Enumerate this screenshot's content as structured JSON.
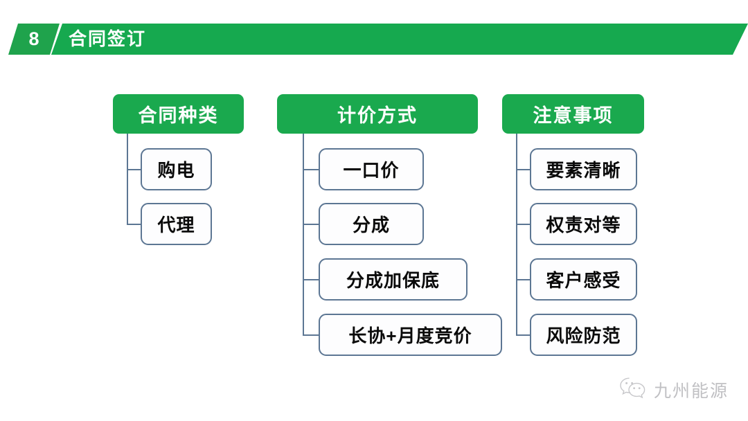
{
  "header": {
    "number": "8",
    "title": "合同签订",
    "band_color": "#16a94f",
    "number_color": "#1fa34c"
  },
  "diagram": {
    "node_header_color": "#1aa94e",
    "leaf_border_color": "#5c7693",
    "connector_color": "#5c7693",
    "columns": [
      {
        "header": "合同种类",
        "items": [
          "购电",
          "代理"
        ]
      },
      {
        "header": "计价方式",
        "items": [
          "一口价",
          "分成",
          "分成加保底",
          "长协+月度竞价"
        ]
      },
      {
        "header": "注意事项",
        "items": [
          "要素清晰",
          "权责对等",
          "客户感受",
          "风险防范"
        ]
      }
    ]
  },
  "footer": {
    "watermark_icon": "wechat-icon",
    "watermark_text": "九州能源",
    "watermark_color": "#9a9a9f"
  }
}
